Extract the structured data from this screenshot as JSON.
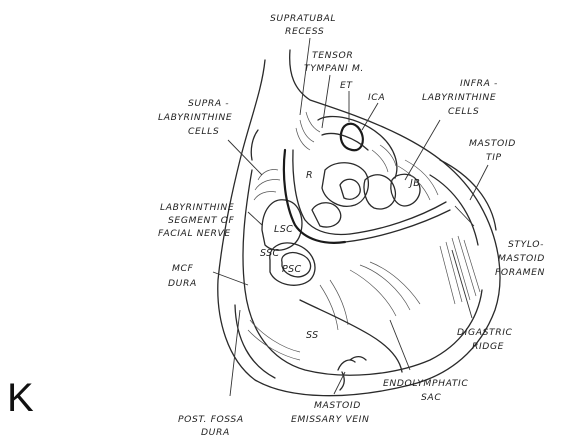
{
  "panel_letter": "K",
  "labels": {
    "supratubal_recess": [
      "SUPRATUBAL",
      "RECESS"
    ],
    "tensor_tympani": [
      "TENSOR",
      "TYMPANI M."
    ],
    "et": "ET",
    "ica": "ICA",
    "infra_labyrinthine": [
      "INFRA -",
      "LABYRINTHINE",
      "CELLS"
    ],
    "supra_labyrinthine": [
      "SUPRA -",
      "LABYRINTHINE",
      "CELLS"
    ],
    "mastoid_tip": [
      "MASTOID",
      "TIP"
    ],
    "jb": "JB",
    "r": "R",
    "labyrinthine_segment": [
      "LABYRINTHINE",
      "SEGMENT OF",
      "FACIAL NERVE"
    ],
    "lsc": "LSC",
    "ssc": "SSC",
    "psc": "PSC",
    "stylomastoid": [
      "STYLO-",
      "MASTOID",
      "FORAMEN"
    ],
    "mcf_dura": [
      "MCF",
      "DURA"
    ],
    "ss": "SS",
    "digastric_ridge": [
      "DIGASTRIC",
      "RIDGE"
    ],
    "endolymphatic_sac": [
      "ENDOLYMPHATIC",
      "SAC"
    ],
    "post_fossa_dura": [
      "POST. FOSSA",
      "DURA"
    ],
    "mastoid_emissary_vein": [
      "MASTOID",
      "EMISSARY VEIN"
    ]
  }
}
